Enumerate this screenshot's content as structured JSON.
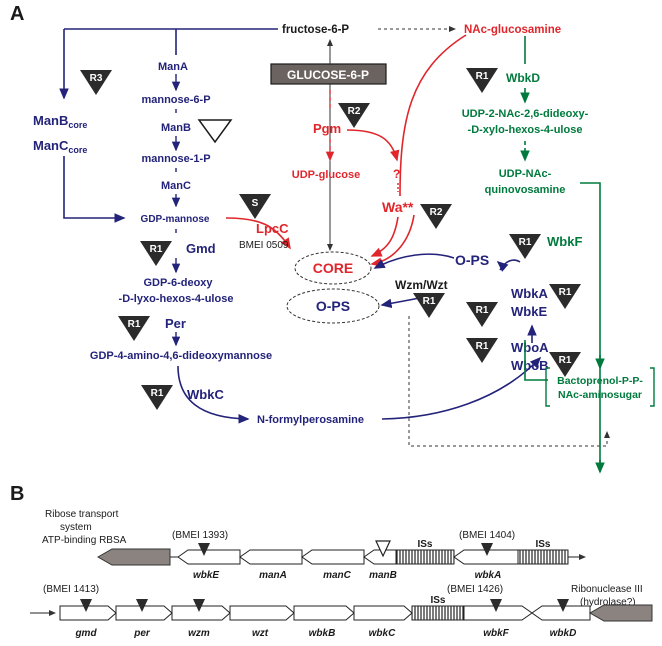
{
  "colors": {
    "blue": "#23237a",
    "red": "#e0262b",
    "green": "#007a3d",
    "black": "#1a1a1a",
    "grey_box": "#6b6360",
    "marker_fill": "#2b2b2b"
  },
  "panel_a": {
    "label": "A",
    "fructose6p": "fructose-6-P",
    "nac_glucosamine": "NAc-glucosamine",
    "glucose6p": "GLUCOSE-6-P",
    "mana": "ManA",
    "mannose6p": "mannose-6-P",
    "manb": "ManB",
    "mannose1p": "mannose-1-P",
    "manc": "ManC",
    "gdp_mannose": "GDP-mannose",
    "gmd": "Gmd",
    "gdp6deoxy_1": "GDP-6-deoxy",
    "gdp6deoxy_2": "-D-lyxo-hexos-4-ulose",
    "per": "Per",
    "gdp4amino": "GDP-4-amino-4,6-dideoxymannose",
    "wbkc": "WbkC",
    "nformyl": "N-formylperosamine",
    "manb_core": "ManB",
    "manc_core": "ManC",
    "core_sub": "core",
    "pgm": "Pgm",
    "udp_glucose": "UDP-glucose",
    "question": "?",
    "wa": "Wa**",
    "lpcc": "LpcC",
    "bmei0509": "BMEI 0509",
    "core": "CORE",
    "ops_left": "O-PS",
    "wzm_wzt": "Wzm/Wzt",
    "ops_right": "O-PS",
    "wbka": "WbkA",
    "wbke": "WbkE",
    "wboa": "WboA",
    "wbob": "WboB",
    "wbkd": "WbkD",
    "udp2nac_1": "UDP-2-NAc-2,6-dideoxy-",
    "udp2nac_2": "-D-xylo-hexos-4-ulose",
    "udpnac_1": "UDP-NAc-",
    "udpnac_2": "quinovosamine",
    "wbkf": "WbkF",
    "bactoprenol_1": "Bactoprenol-P-P-",
    "bactoprenol_2": "NAc-aminosugar",
    "marker_r1": "R1",
    "marker_r2": "R2",
    "marker_r3": "R3",
    "marker_s": "S"
  },
  "panel_b": {
    "label": "B",
    "ribose_1": "Ribose transport",
    "ribose_2": "system",
    "ribose_3": "ATP-binding RBSA",
    "bmei1393": "(BMEI 1393)",
    "bmei1404": "(BMEI 1404)",
    "bmei1413": "(BMEI 1413)",
    "bmei1426": "(BMEI 1426)",
    "ribonuclease_1": "Ribonuclease III",
    "ribonuclease_2": "(hydrolase?)",
    "iss": "ISs",
    "row1_genes": [
      "wbkE",
      "manA",
      "manC",
      "manB",
      "wbkA"
    ],
    "row2_genes": [
      "gmd",
      "per",
      "wzm",
      "wzt",
      "wbkB",
      "wbkC",
      "wbkF",
      "wbkD"
    ]
  }
}
